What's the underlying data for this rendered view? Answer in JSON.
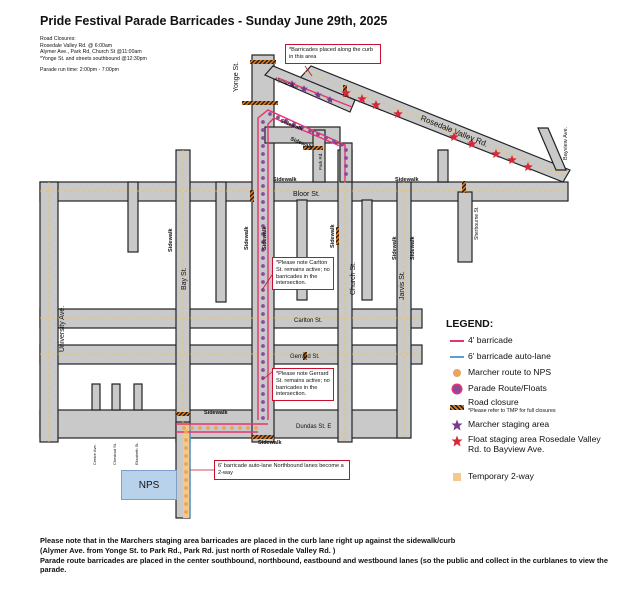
{
  "title": "Pride Festival Parade Barricades - Sunday June 29th, 2025",
  "closures": {
    "heading": "Road Closures:",
    "line1": "Rosedale Valley Rd. @ 6:00am",
    "line2": "Alymer Ave., Park Rd, Church St @11:00am",
    "line3": "*Yonge St. and streets southbound @12:30pm"
  },
  "run_time": "Parade run time: 2:00pm - 7:00pm",
  "streets": {
    "yonge": "Yonge St.",
    "alymer": "Alymer Ave.",
    "rosedale": "Rosedale Valley Rd.",
    "bayview": "Bayview Ave.",
    "park": "Park Rd.",
    "bloor": "Bloor St.",
    "bay": "Bay St.",
    "church": "Church St.",
    "jarvis": "Jarvis St.",
    "sherbourne": "Sherbourne St.",
    "university": "University Ave.",
    "carlton": "Carlton St.",
    "gerrard": "Gerrard St.",
    "dundas": "Dundas St. E",
    "centre": "Centre Ave.",
    "chestnut": "Chestnut St.",
    "elizabeth": "Elizabeth St.",
    "sidewalk": "Sidewalk"
  },
  "callouts": {
    "curb": "*Barricades placed along the curb in this area",
    "carlton": "*Please note Carlton St. remains active; no barricades in the intersection.",
    "gerrard": "*Please note Gerrard St. remains active; no barricades in the intersection.",
    "autolane": "6' barricade auto-lane Northbound lanes become a 2-way"
  },
  "nps": "NPS",
  "legend": {
    "title": "LEGEND:",
    "items": [
      {
        "label": "4' barricade",
        "icon": "pink-line-icon",
        "color": "#e8336d"
      },
      {
        "label": "6' barricade auto-lane",
        "icon": "blue-line-icon",
        "color": "#5aa0d6"
      },
      {
        "label": "Marcher route to NPS",
        "icon": "orange-dot-icon",
        "color": "#e9a55e"
      },
      {
        "label": "Parade Route/Floats",
        "icon": "purple-dot-icon",
        "color": "#8a4b9e"
      },
      {
        "label": "Road closure",
        "icon": "hatch-icon",
        "note": "*Please refer to TMP for full closures"
      },
      {
        "label": "Marcher staging area",
        "icon": "purple-star-icon",
        "color": "#7a3b8f"
      },
      {
        "label": "Float staging area Rosedale Valley Rd. to Bayview Ave.",
        "icon": "red-star-icon",
        "color": "#d62839"
      },
      {
        "label": "Temporary 2-way",
        "icon": "peach-square-icon",
        "color": "#f4c98a"
      }
    ]
  },
  "notes": {
    "line1": "Please note that in the Marchers staging area barricades are placed in the curb lane right up against the sidewalk/curb",
    "line2": "(Alymer Ave. from Yonge St. to Park Rd., Park Rd. just north of Rosedale Valley Rd. )",
    "line3": "Parade route barricades are placed in the center southbound, northbound, eastbound and westbound lanes (so the public and collect in the curblanes to view the parade."
  }
}
